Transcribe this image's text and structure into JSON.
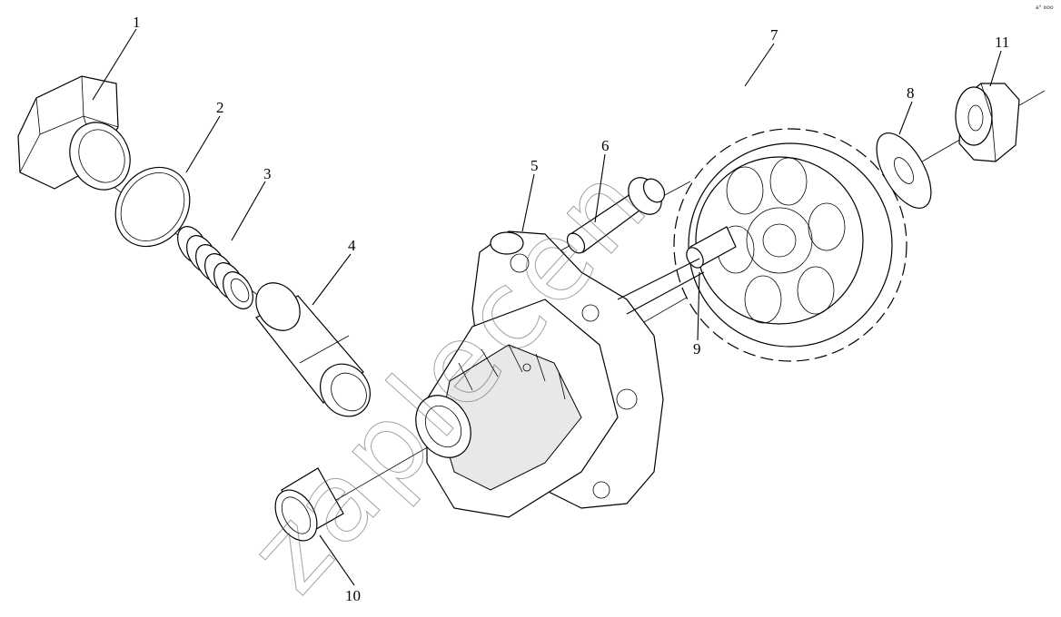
{
  "watermark": "zaplecen",
  "corner_mark": "a° ooo",
  "callouts": [
    {
      "id": "callout-1",
      "text": "1"
    },
    {
      "id": "callout-2",
      "text": "2"
    },
    {
      "id": "callout-3",
      "text": "3"
    },
    {
      "id": "callout-4",
      "text": "4"
    },
    {
      "id": "callout-5",
      "text": "5"
    },
    {
      "id": "callout-6",
      "text": "6"
    },
    {
      "id": "callout-7",
      "text": "7"
    },
    {
      "id": "callout-8",
      "text": "8"
    },
    {
      "id": "callout-9",
      "text": "9"
    },
    {
      "id": "callout-10",
      "text": "10"
    },
    {
      "id": "callout-11",
      "text": "11"
    }
  ]
}
